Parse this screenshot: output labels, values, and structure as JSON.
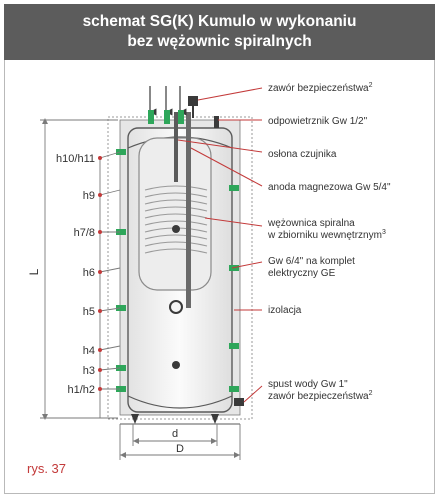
{
  "title": {
    "line1": "schemat SG(K) Kumulo w wykonaniu",
    "line2": "bez wężownic spiralnych"
  },
  "figure_label": "rys. 37",
  "dimensions": {
    "height_total": "L",
    "inner_width": "d",
    "outer_width": "D"
  },
  "height_labels": [
    "h10/h11",
    "h9",
    "h7/8",
    "h6",
    "h5",
    "h4",
    "h3",
    "h1/h2"
  ],
  "callouts": {
    "safety_valve": {
      "text": "zawór bezpieczeństwa",
      "sup": "2"
    },
    "vent": {
      "text": "odpowietrznik Gw 1/2\""
    },
    "sensor_cover": {
      "text": "osłona czujnika"
    },
    "anode": {
      "text": "anoda magnezowa Gw 5/4\""
    },
    "coil_line1": {
      "text": "wężownica spiralna"
    },
    "coil_line2": {
      "text": "w zbiorniku wewnętrznym",
      "sup": "3"
    },
    "heater_line1": {
      "text": "Gw 6/4\" na komplet"
    },
    "heater_line2": {
      "text": "elektryczny GE"
    },
    "insulation": {
      "text": "izolacja"
    },
    "drain_line1": {
      "text": "spust wody Gw 1\""
    },
    "drain_line2": {
      "text": "zawór bezpieczeństwa",
      "sup": "2"
    }
  },
  "colors": {
    "header_bg": "#5c5c5c",
    "frame_border": "#b9b9b9",
    "insulation": "#e6e6e6",
    "tank_fill": "#f4f4f4",
    "inner_tank_fill": "#ededed",
    "inner_tank_stroke": "#8a8a8a",
    "connection_green": "#2ea65a",
    "callout_red": "#c33a3a",
    "figure_label": "#c33a3a",
    "line": "#3a3a3a"
  }
}
